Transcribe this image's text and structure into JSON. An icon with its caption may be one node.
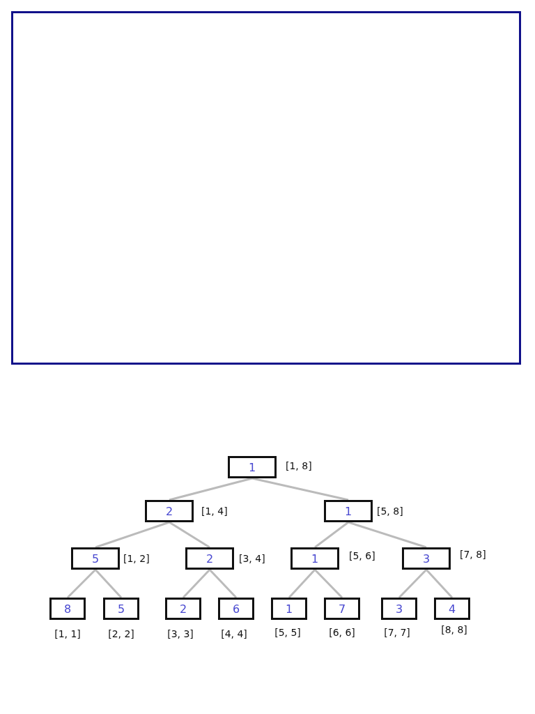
{
  "diagram": {
    "nodes": [
      {
        "text": [
          "1"
        ],
        "beside": [
          "[1, 8]"
        ]
      },
      {
        "text": [
          "2"
        ],
        "beside": [
          "[1, 4]"
        ]
      },
      {
        "text": [
          "1"
        ],
        "beside": [
          "[5, 8]"
        ]
      },
      {
        "text": [
          "5"
        ],
        "beside": [
          "[1, 2]"
        ]
      },
      {
        "text": [
          "2"
        ],
        "beside": [
          "[3, 4]"
        ]
      },
      {
        "text": [
          "1"
        ],
        "beside": [
          "[5, 6]"
        ]
      },
      {
        "text": [
          "3"
        ],
        "beside": [
          "[7, 8]"
        ]
      },
      {
        "text": [
          "8"
        ],
        "beside": [
          "[1, 1]"
        ]
      },
      {
        "text": [
          "5"
        ],
        "beside": [
          "[2, 2]"
        ]
      },
      {
        "text": [
          "2"
        ],
        "beside": [
          "[3, 3]"
        ]
      },
      {
        "text": [
          "6"
        ],
        "beside": [
          "[4, 4]"
        ]
      },
      {
        "text": [
          "1"
        ],
        "beside": [
          "[5, 5]"
        ]
      },
      {
        "text": [
          "7"
        ],
        "beside": [
          "[6, 6]"
        ]
      },
      {
        "text": [
          "3"
        ],
        "beside": [
          "[7, 7]"
        ]
      },
      {
        "text": [
          "4"
        ],
        "beside": [
          "[8, 8]"
        ]
      }
    ],
    "edges": [
      {
        "from": 0,
        "to": 1,
        "arrow": "none"
      },
      {
        "from": 0,
        "to": 2,
        "arrow": "none"
      },
      {
        "from": 1,
        "to": 3,
        "arrow": "none"
      },
      {
        "from": 1,
        "to": 4,
        "arrow": "none"
      },
      {
        "from": 2,
        "to": 5,
        "arrow": "none"
      },
      {
        "from": 2,
        "to": 6,
        "arrow": "none"
      },
      {
        "from": 3,
        "to": 7,
        "arrow": "none"
      },
      {
        "from": 3,
        "to": 8,
        "arrow": "none"
      },
      {
        "from": 4,
        "to": 9,
        "arrow": "none"
      },
      {
        "from": 4,
        "to": 10,
        "arrow": "none"
      },
      {
        "from": 5,
        "to": 11,
        "arrow": "none"
      },
      {
        "from": 5,
        "to": 12,
        "arrow": "none"
      },
      {
        "from": 6,
        "to": 13,
        "arrow": "none"
      },
      {
        "from": 6,
        "to": 14,
        "arrow": "none"
      }
    ]
  }
}
